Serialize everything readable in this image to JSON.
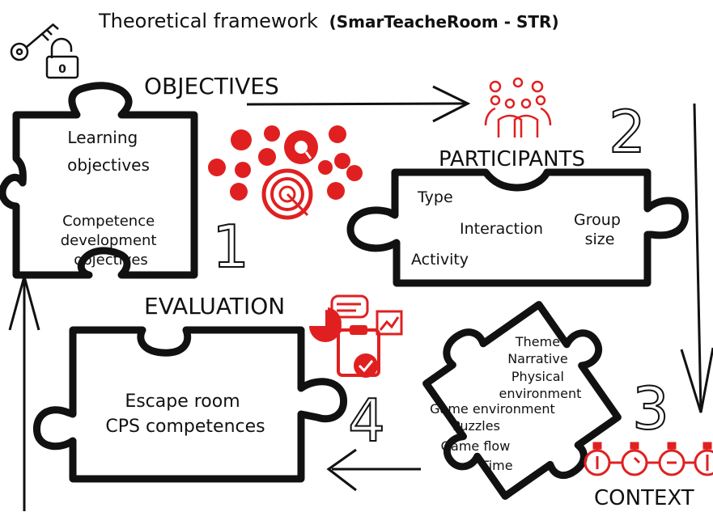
{
  "title": {
    "main": "Theoretical framework",
    "bold": "(SmarTeacheRoom - STR)"
  },
  "sections": {
    "objectives": {
      "heading": "OBJECTIVES",
      "number": "1",
      "line1": "Learning",
      "line2": "objectives",
      "line3": "Competence",
      "line4": "development",
      "line5": "objectives"
    },
    "participants": {
      "heading": "PARTICIPANTS",
      "number": "2",
      "type": "Type",
      "interaction": "Interaction",
      "group1": "Group",
      "group2": "size",
      "activity": "Activity"
    },
    "context": {
      "heading": "CONTEXT",
      "number": "3",
      "l1": "Theme",
      "l2": "Narrative",
      "l3": "Physical",
      "l4": "environment",
      "l5": "Game environment",
      "l6": "Puzzles",
      "l7": "Game flow",
      "l8": "Time"
    },
    "evaluation": {
      "heading": "EVALUATION",
      "number": "4",
      "line1": "Escape room",
      "line2": "CPS competences"
    }
  },
  "icons": {
    "key": "key-icon",
    "lock": "padlock-icon",
    "lock_glyph": "0",
    "ideas": "ideas-target-icon-cluster",
    "team": "team-gears-icon",
    "evaluation": "evaluation-icons",
    "timers": "timer-icons"
  },
  "colors": {
    "accent": "#e02020",
    "ink": "#111111"
  }
}
